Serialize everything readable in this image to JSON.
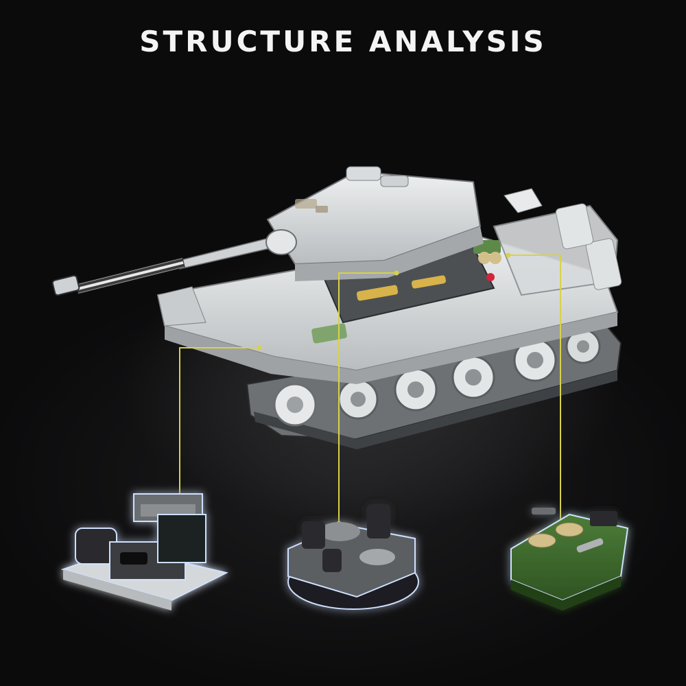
{
  "header": {
    "title": "STRUCTURE ANALYSIS"
  },
  "colors": {
    "background": "#0b0b0c",
    "callout_line": "#d8d24a",
    "hull_light": "#dcdfe1",
    "hull_mid": "#a9adb0",
    "hull_dark": "#55595c",
    "module_green": "#3f6b30",
    "glow": "#cfe0ff"
  },
  "illustration": {
    "subject": "brick-built tank model cutaway",
    "callouts": [
      {
        "name": "engine-module",
        "icon": "engine-block-icon"
      },
      {
        "name": "turret-base-module",
        "icon": "turret-ring-icon"
      },
      {
        "name": "radiator-module",
        "icon": "radiator-block-icon"
      }
    ]
  }
}
